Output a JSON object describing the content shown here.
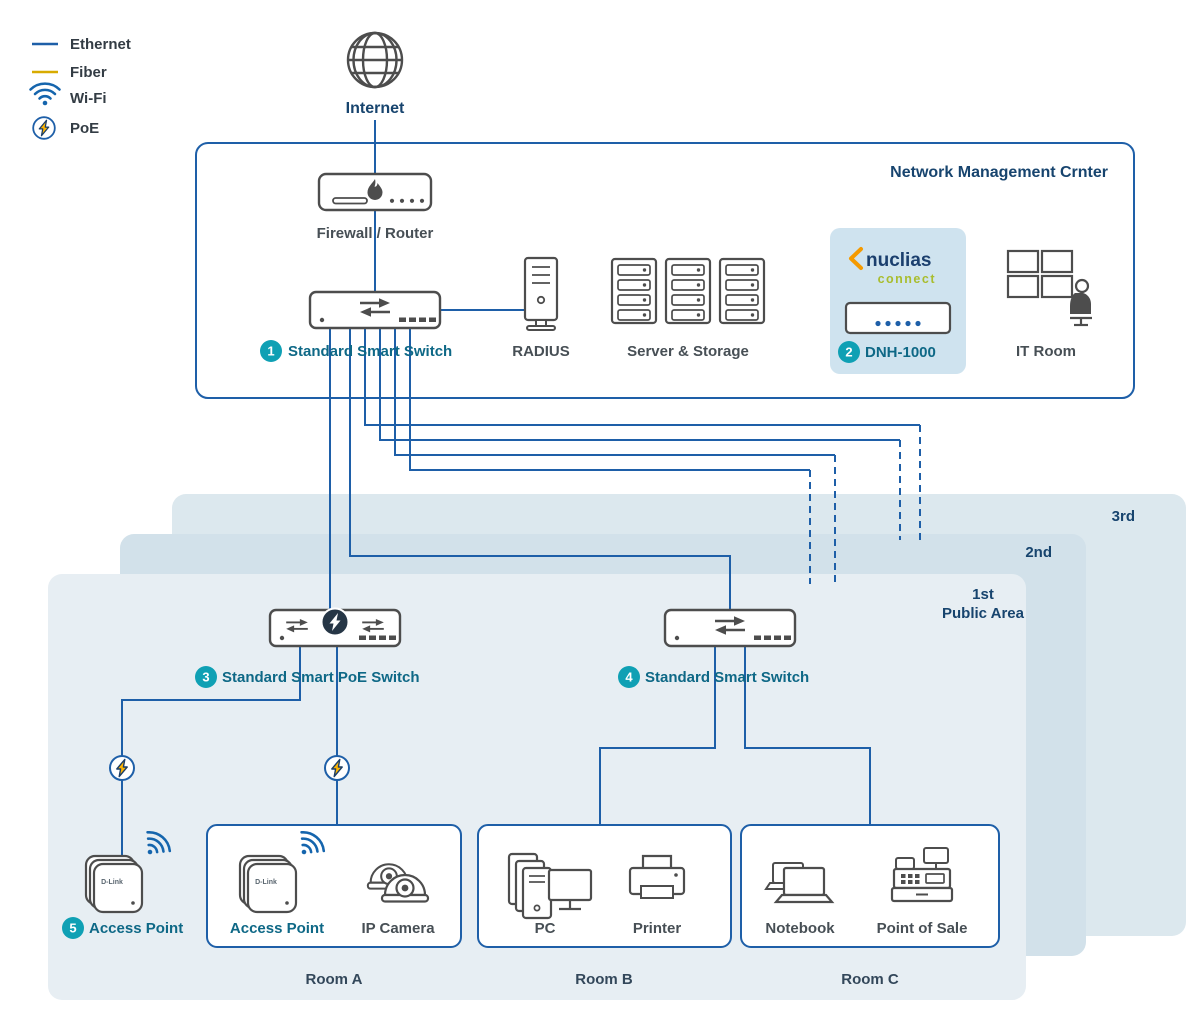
{
  "legend": {
    "items": [
      {
        "label": "Ethernet"
      },
      {
        "label": "Fiber"
      },
      {
        "label": "Wi-Fi"
      },
      {
        "label": "PoE"
      }
    ]
  },
  "internet_label": "Internet",
  "management": {
    "title": "Network Management Crnter",
    "firewall_label": "Firewall / Router",
    "switch1_badge": "1",
    "switch1_label": "Standard Smart Switch",
    "radius_label": "RADIUS",
    "server_label": "Server & Storage",
    "dnh_badge": "2",
    "dnh_label": "DNH-1000",
    "brand_name": "nuclias",
    "brand_sub": "connect",
    "itroom_label": "IT Room"
  },
  "floors": {
    "third_label": "3rd",
    "second_label": "2nd",
    "first_label": "1st",
    "first_sublabel": "Public Area"
  },
  "ground": {
    "switch3_badge": "3",
    "switch3_label": "Standard Smart PoE Switch",
    "switch4_badge": "4",
    "switch4_label": "Standard Smart Switch",
    "ap5_badge": "5",
    "ap5_label": "Access Point",
    "room_a": {
      "name": "Room A",
      "ap_label": "Access Point",
      "camera_label": "IP Camera"
    },
    "room_b": {
      "name": "Room B",
      "pc_label": "PC",
      "printer_label": "Printer"
    },
    "room_c": {
      "name": "Room C",
      "notebook_label": "Notebook",
      "pos_label": "Point of Sale"
    }
  },
  "device_brand": "D-Link",
  "icons": {
    "legend_ethernet": "ethernet-line",
    "legend_fiber": "fiber-line",
    "legend_wifi": "wifi-arcs",
    "legend_poe": "lightning-in-circle",
    "poe_inline": "lightning-in-circle",
    "internet": "globe"
  },
  "colors": {
    "ethernet_line": "#1e5fa8",
    "fiber_line": "#d8ab00",
    "wifi_blue": "#1565ad",
    "poe_bolt_yellow": "#ffb400",
    "badge_teal": "#0fa0b4",
    "teal_label": "#0e6886",
    "navy_label": "#17446e",
    "device_outline": "#4d4d4d",
    "box_border": "#1e5fa8",
    "floor3_fill": "#dce8ee",
    "floor2_fill": "#d2e1ea",
    "floor1_fill": "#e7eef3",
    "dnh_panel_fill": "#cfe3ef",
    "brand_navy": "#1b3f6e",
    "brand_green": "#a9bd2e",
    "brand_orange": "#f59a00"
  }
}
